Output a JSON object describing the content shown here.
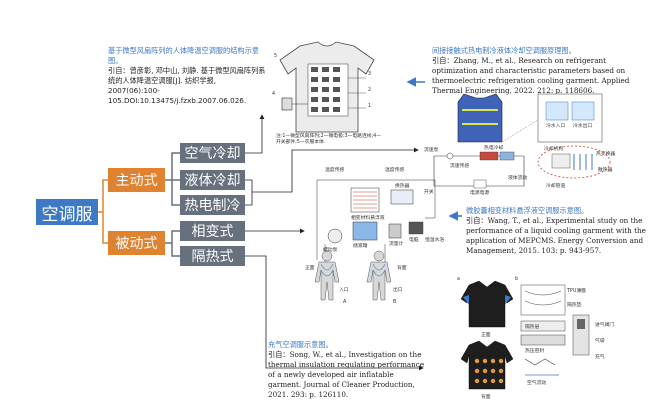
{
  "tree": {
    "root": "空调服",
    "active": "主动式",
    "passive": "被动式",
    "air": "空气冷却",
    "liquid": "液体冷却",
    "thermo": "热电制冷",
    "phase": "相变式",
    "insul": "隔热式"
  },
  "captions": {
    "c1_title": "基于微型风扇阵列的人体降温空调服的结构示意图。",
    "c1_ref": "引自：曾彦彰, 邓中山, 刘静. 基于微型风扇阵列系统的人体降温空调服[J]. 纺织学报, 2007(06):100-105.DOI:10.13475/j.fzxb.2007.06.026.",
    "c2_title": "间接接触式热电制冷液体冷却空调服原理图。",
    "c2_ref": "引自：Zhang, M., et al., Research on refrigerant optimization and characteristic parameters based on thermoelectric refrigeration cooling garment. Applied Thermal Engineering, 2022. 212: p. 118606.",
    "c3_title": "微胶囊相变材料悬浮液空调服示意图。",
    "c3_ref": "引自：Wang, T., et al., Experimental study on the performance of a liquid cooling garment with the application of MEPCMS. Energy Conversion and Management, 2015. 103: p. 943-957.",
    "c4_title": "充气空调服示意图。",
    "c4_ref": "引自：Song, W., et al., Investigation on the thermal insulation regulating performance of a newly developed air inflatable garment. Journal of Cleaner Production, 2021. 293: p. 126110."
  },
  "figure1": {
    "legend": "注:1—微型风扇阵列;2—微电极;3—电路连线;4—开关部件;5—衣服本体.",
    "n1": "1",
    "n2": "2",
    "n3": "3",
    "n4": "4",
    "n5": "5"
  },
  "figure2": {
    "l_pump": "流速泵",
    "l_thermo": "热电冷却",
    "l_water_in": "冷水入口",
    "l_water_out": "冷水出口",
    "l_switch": "开关",
    "l_sensor": "流速传感",
    "l_flow": "液体流动",
    "l_batt": "电源电源",
    "l_cold": "冷却机构",
    "l_heat": "热交换器",
    "l_fan": "散热器",
    "l_tube": "冷却管道"
  },
  "figure3": {
    "l_t1": "温度传感",
    "l_t2": "温度传感",
    "l_mat": "相变材料悬浮液",
    "l_exch": "换热器",
    "l_hot": "恒温水浴",
    "l_pump": "蠕动泵",
    "l_tank": "储液罐",
    "l_pc": "电脑",
    "l_meter": "流量计",
    "l_in": "入口",
    "l_out": "出口",
    "l_front": "正面",
    "l_back": "背面",
    "l_a": "A",
    "l_b": "B"
  },
  "figure4": {
    "l_a": "a",
    "l_b": "b",
    "l_tpu": "TPU薄膜",
    "l_pad": "隔热垫",
    "l_valve": "进气阀门",
    "l_layer": "隔热层",
    "l_seal": "热压密封",
    "l_air": "空气流动",
    "l_front": "正面",
    "l_back": "背面",
    "l_bag": "气袋",
    "l_in": "充气"
  },
  "colors": {
    "root": "#3d79c4",
    "level1": "#e08330",
    "level2": "#67717e",
    "caption_title": "#3d79c4",
    "arrow": "#3d79c4"
  }
}
